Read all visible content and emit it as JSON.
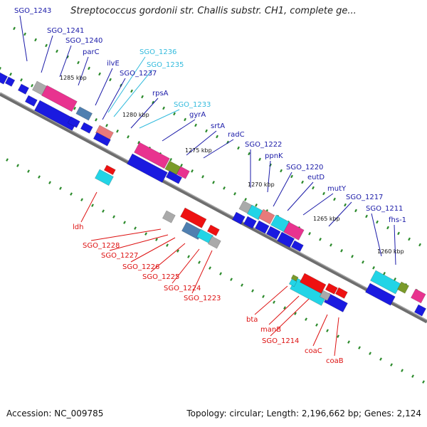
{
  "title": "Streptococcus gordonii str. Challis substr. CH1, complete ge...",
  "footer": {
    "accession": "Accession: NC_009785",
    "summary": "Topology: circular; Length: 2,196,662 bp; Genes: 2,124"
  },
  "colors": {
    "blue_label": "#1a1aa8",
    "cyan_label": "#33bbdd",
    "red_label": "#dd1111",
    "backbone": "#777777",
    "tick_green": "#2b8a2b",
    "gene_blue": "#1a1ae0",
    "gene_magenta": "#e8338f",
    "gene_cyan": "#22d4e6",
    "gene_red": "#ee1111",
    "gene_pink": "#e87a7a",
    "gene_grey": "#aaaaaa",
    "gene_olive": "#7a9a2a",
    "gene_steel": "#4f7fb0"
  },
  "kbp_labels": [
    "1285 kbp",
    "1280 kbp",
    "1275 kbp",
    "1270 kbp",
    "1265 kbp",
    "1260 kbp"
  ],
  "genes_top": [
    {
      "name": "SGO_1243",
      "color": "blue"
    },
    {
      "name": "SGO_1241",
      "color": "blue"
    },
    {
      "name": "SGO_1240",
      "color": "blue"
    },
    {
      "name": "parC",
      "color": "blue"
    },
    {
      "name": "ilvE",
      "color": "blue"
    },
    {
      "name": "SGO_1236",
      "color": "cyan"
    },
    {
      "name": "SGO_1235",
      "color": "cyan"
    },
    {
      "name": "SGO_1237",
      "color": "blue"
    },
    {
      "name": "rpsA",
      "color": "blue"
    },
    {
      "name": "SGO_1233",
      "color": "cyan"
    },
    {
      "name": "gyrA",
      "color": "blue"
    },
    {
      "name": "srtA",
      "color": "blue"
    },
    {
      "name": "radC",
      "color": "blue"
    },
    {
      "name": "SGO_1222",
      "color": "blue"
    },
    {
      "name": "ppnK",
      "color": "blue"
    },
    {
      "name": "SGO_1220",
      "color": "blue"
    },
    {
      "name": "eutD",
      "color": "blue"
    },
    {
      "name": "mutY",
      "color": "blue"
    },
    {
      "name": "SGO_1217",
      "color": "blue"
    },
    {
      "name": "SGO_1211",
      "color": "blue"
    },
    {
      "name": "fhs-1",
      "color": "blue"
    }
  ],
  "genes_bottom": [
    {
      "name": "ldh"
    },
    {
      "name": "SGO_1228"
    },
    {
      "name": "SGO_1227"
    },
    {
      "name": "SGO_1226"
    },
    {
      "name": "SGO_1225"
    },
    {
      "name": "SGO_1224"
    },
    {
      "name": "SGO_1223"
    },
    {
      "name": "bta"
    },
    {
      "name": "manB"
    },
    {
      "name": "SGO_1214"
    },
    {
      "name": "coaC"
    },
    {
      "name": "coaB"
    }
  ]
}
